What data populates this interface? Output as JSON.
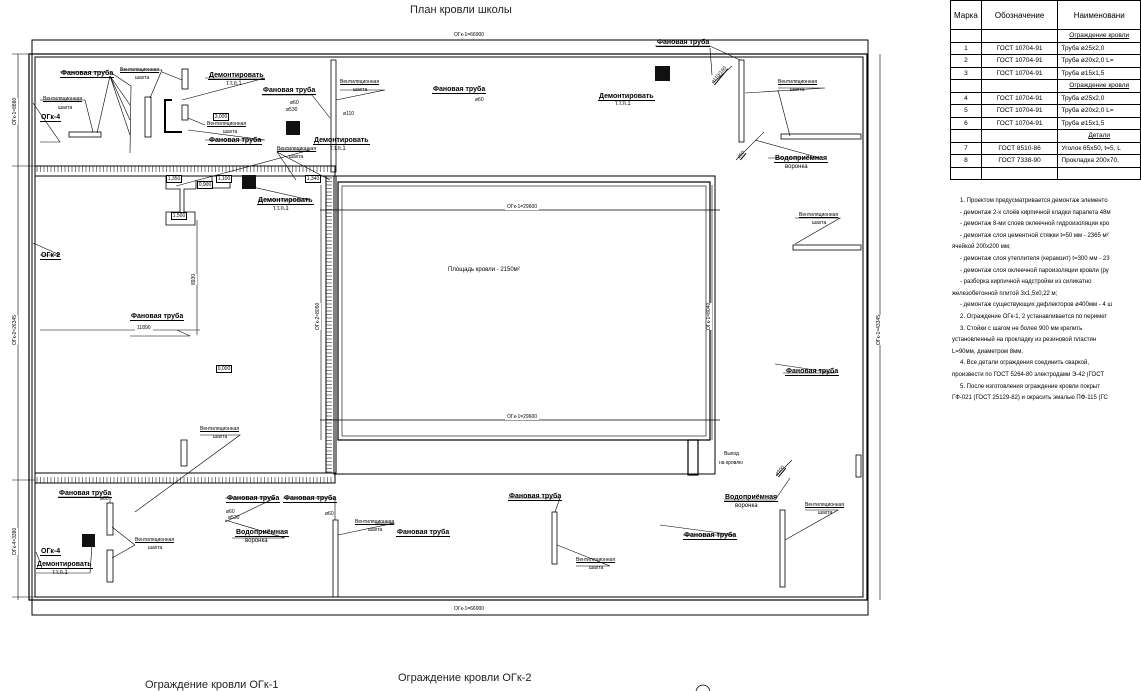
{
  "title": "План кровли школы",
  "footer_titles": [
    "Ограждение кровли ОГк-1",
    "Ограждение кровли ОГк-2"
  ],
  "dims": {
    "top": "ОГк-1=66900",
    "bottom": "ОГк-1=66900",
    "inner_top": "ОГк-1=29600",
    "inner_bottom": "ОГк-1=29600",
    "left_top": "ОГк-1=8880",
    "left_mid": "ОГк-2=26345",
    "left_bottom": "ОГк-4=3380",
    "right": "ОГк-1=43345",
    "inner_left": "ОГк-2=8050",
    "inner_right": "ОГк-1=8040",
    "h11890": "11890",
    "v8930": "8930"
  },
  "area_label": "Площадь кровли - 2150м²",
  "labels": {
    "fan_pipe": "Фановая труба",
    "vent_shaft": "Вентиляционная",
    "vent_shaft_sub": "шахта",
    "demolish": "Демонтировать",
    "demolish_sub": "т.т.п.1",
    "water_funnel": "Водоприёмная",
    "water_funnel_sub": "воронка",
    "exit": "Выход",
    "exit_sub": "на кровлю",
    "ogk4": "ОГк-4",
    "ogk2": "ОГк-2"
  },
  "marks": {
    "d60": "ø60",
    "d530": "ø530",
    "d110": "ø110",
    "d50": "ø50",
    "d300": "ø300",
    "d110_160": "ø110/160"
  },
  "levels": [
    "1,350",
    "0,900",
    "1,100",
    "1,340",
    "3,000",
    "1,500",
    "0,000"
  ],
  "table": {
    "headers": [
      "Марка",
      "Обозначение",
      "Наименовани"
    ],
    "rows": [
      {
        "section": "Ограждение кровли"
      },
      {
        "mark": "1",
        "doc": "ГОСТ 10704-91",
        "name": "Труба  ø25х2,0"
      },
      {
        "mark": "2",
        "doc": "ГОСТ 10704-91",
        "name": "Труба  ø20х2,0   L="
      },
      {
        "mark": "3",
        "doc": "ГОСТ 10704-91",
        "name": "Труба  ø15х1,5"
      },
      {
        "section": "Ограждение кровли"
      },
      {
        "mark": "4",
        "doc": "ГОСТ 10704-91",
        "name": "Труба  ø25х2,0"
      },
      {
        "mark": "5",
        "doc": "ГОСТ 10704-91",
        "name": "Труба  ø20х2,0   L="
      },
      {
        "mark": "6",
        "doc": "ГОСТ 10704-91",
        "name": "Труба  ø15х1,5"
      },
      {
        "section": "Детали"
      },
      {
        "mark": "7",
        "doc": "ГОСТ 8510-86",
        "name": "Уголок 65х50, t=5, L"
      },
      {
        "mark": "8",
        "doc": "ГОСТ 7338-90",
        "name": "Прокладка 200х70,"
      },
      {
        "mark": "",
        "doc": "",
        "name": ""
      }
    ]
  },
  "notes": [
    "1.  Проектом предусматривается демонтаж элементо",
    "- демонтаж 2-х слоёв кирпичной кладки парапета 48м",
    "- демонтаж 8-ми слоев оклеечной гидроизоляции кро",
    "- демонтаж слоя цементной стяжки t=50 мм - 2365 м²",
    "ячейкой 200х200 мм;",
    "- демонтаж слоя утеплителя (керамзит) t=300 мм - 23",
    "- демонтаж слоя оклеечной пароизоляции кровли (ру",
    "- разборка  кирпичной  надстройки  из  силикатно",
    "железобетонной плитой 3х1,5х0,22 м;",
    "- демонтаж существующих дефлекторов ø400мм - 4 ш",
    "2.  Ограждение ОГк-1, 2 устанавливается по перимет",
    "3.  Стойки  с  шагом  не  более  900  мм  крепить",
    "установленный  на  прокладку  из  резиновой  пластин",
    "L=90мм, диаметром 8мм.",
    "4.  Все  детали  ограждения  соединить  сваркой,",
    "произвести по ГОСТ 5264-80 электродами Э-42 (ГОСТ",
    "5.  После  изготовления  ограждение  кровли  покрыт",
    "ГФ-021 (ГОСТ 25129-82) и окрасить эмалью ПФ-115 (ГС"
  ]
}
